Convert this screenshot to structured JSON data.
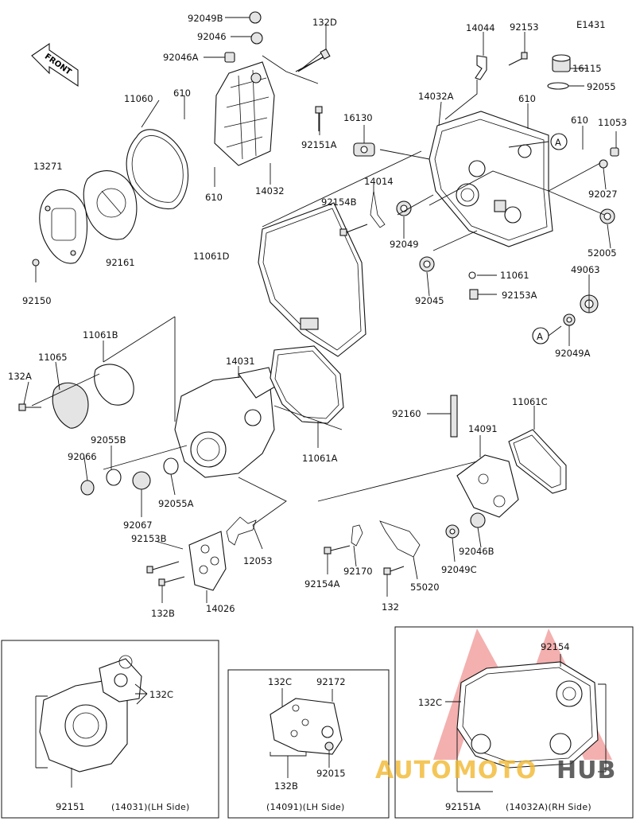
{
  "diagram": {
    "code": "E1431",
    "front_label": "FRONT",
    "parts": [
      "92049B",
      "92046",
      "92046A",
      "132D",
      "14044",
      "92153",
      "E1431",
      "610",
      "11060",
      "16115",
      "92055",
      "14032A",
      "610",
      "16130",
      "610",
      "11053",
      "13271",
      "92151A",
      "14014",
      "92027",
      "610",
      "14032",
      "92154B",
      "92161",
      "11061D",
      "92049",
      "52005",
      "11061",
      "92150",
      "92045",
      "49063",
      "92153A",
      "92049A",
      "11061B",
      "11065",
      "14031",
      "132A",
      "92160",
      "11061C",
      "14091",
      "92055B",
      "11061A",
      "92066",
      "92055A",
      "92067",
      "92153B",
      "12053",
      "92046B",
      "92170",
      "55020",
      "92154A",
      "92049C",
      "132B",
      "14026",
      "132"
    ],
    "panels": [
      {
        "caption": "(14031)(LH Side)",
        "labels": [
          "132C",
          "92151"
        ]
      },
      {
        "caption": "(14091)(LH Side)",
        "labels": [
          "132C",
          "92172",
          "132B",
          "92015"
        ]
      },
      {
        "caption": "(14032A)(RH Side)",
        "labels": [
          "92154",
          "132C",
          "92151A"
        ]
      }
    ],
    "callout_marker": "A",
    "watermark": {
      "auto": "AUTO",
      "moto": "MOTO",
      "hub": "HUB"
    }
  },
  "colors": {
    "line": "#111111",
    "watermark_red": "#e0302f",
    "watermark_yellow": "#f2b830",
    "watermark_dark": "#3b3b3b"
  }
}
